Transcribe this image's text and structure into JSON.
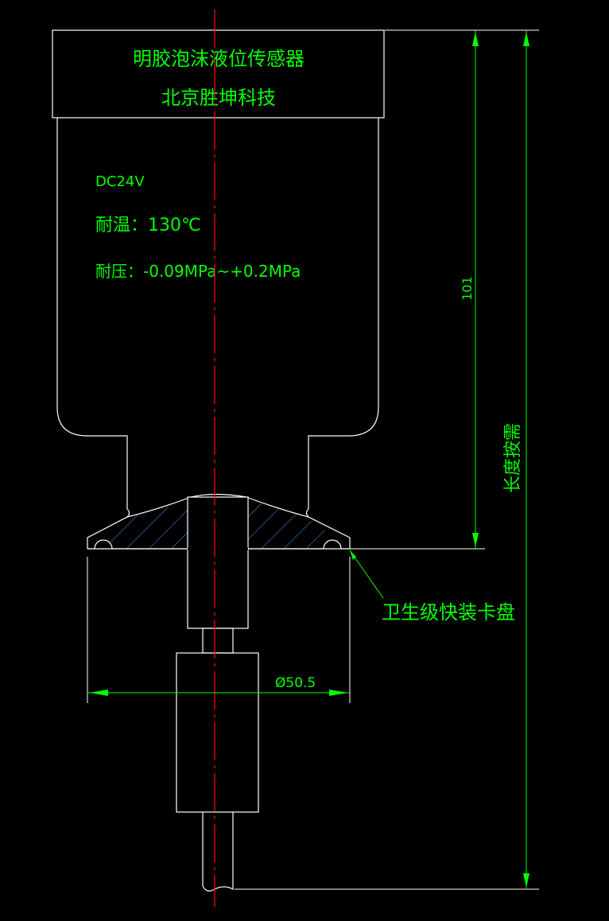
{
  "drawing": {
    "title_line1": "明胶泡沫液位传感器",
    "title_line2": "北京胜坤科技",
    "spec_voltage": "DC24V",
    "spec_temperature": "耐温：130℃",
    "spec_pressure": "耐压：-0.09MPa~+0.2MPa",
    "dim_height": "101",
    "dim_length": "长度按需",
    "dim_diameter": "Ø50.5",
    "callout_clamp": "卫生级快装卡盘"
  },
  "colors": {
    "background": "#000000",
    "outline": "#ffffff",
    "dimension": "#00ff00",
    "centerline": "#ff0000"
  }
}
